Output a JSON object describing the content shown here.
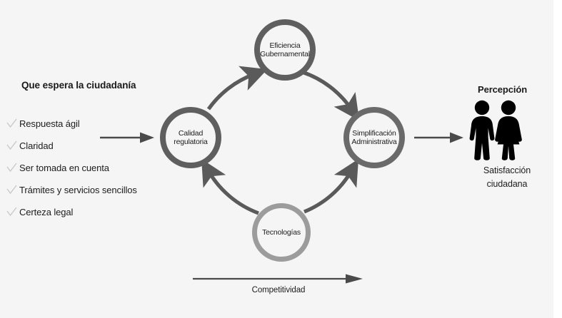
{
  "diagram": {
    "background_color": "#f5f5f5",
    "expectations": {
      "title": "Que espera la ciudadanía",
      "check_icon": "check-icon",
      "check_color": "#c9c9c9",
      "items": [
        {
          "label": "Respuesta ágil"
        },
        {
          "label": "Claridad"
        },
        {
          "label": "Ser tomada en cuenta"
        },
        {
          "label": "Trámites y servicios sencillos"
        },
        {
          "label": "Certeza legal"
        }
      ]
    },
    "cycle": {
      "nodes": [
        {
          "id": "eficiencia",
          "line1": "Eficiencia",
          "line2": "Gubernamental",
          "ring_color": "#5f5f5f"
        },
        {
          "id": "calidad",
          "line1": "Calidad",
          "line2": "regulatoria",
          "ring_color": "#5f5f5f"
        },
        {
          "id": "simplificacion",
          "line1": "Simplificación",
          "line2": "Administrativa",
          "ring_color": "#6a6a6a"
        },
        {
          "id": "tecnologias",
          "line1": "Tecnologías",
          "line2": "",
          "ring_color": "#9c9c9c"
        }
      ],
      "arc_color": "#5a5a5a",
      "flows": [
        {
          "from": "calidad",
          "to": "eficiencia"
        },
        {
          "from": "eficiencia",
          "to": "simplificacion"
        },
        {
          "from": "tecnologias",
          "to": "simplificacion"
        },
        {
          "from": "tecnologias",
          "to": "calidad"
        }
      ]
    },
    "arrows": {
      "input_arrow_color": "#4a4a4a",
      "output_arrow_color": "#4a4a4a",
      "competitividad_color": "#4a4a4a"
    },
    "perception": {
      "title": "Percepción",
      "figures_icon": "people-man-woman-icon",
      "figures_color": "#000000",
      "caption_line1": "Satisfacción",
      "caption_line2": "ciudadana"
    },
    "competitividad": {
      "label": "Competitividad"
    }
  }
}
